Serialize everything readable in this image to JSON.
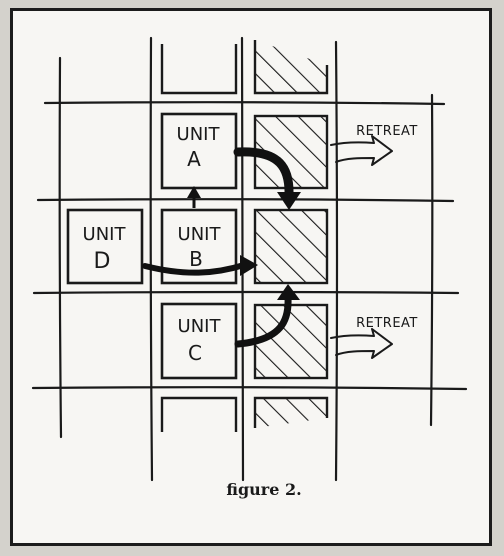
{
  "units": [
    {
      "id": "A",
      "line1": "UNIT",
      "line2": "A"
    },
    {
      "id": "B",
      "line1": "UNIT",
      "line2": "B"
    },
    {
      "id": "C",
      "line1": "UNIT",
      "line2": "C"
    },
    {
      "id": "D",
      "line1": "UNIT",
      "line2": "D"
    }
  ],
  "labels": {
    "retreat_top": "RETREAT",
    "retreat_bottom": "RETREAT"
  },
  "caption": "figure 2.",
  "colors": {
    "ink": "#1a1a1a",
    "paper": "#f7f6f3",
    "border": "#1c1c1c"
  }
}
